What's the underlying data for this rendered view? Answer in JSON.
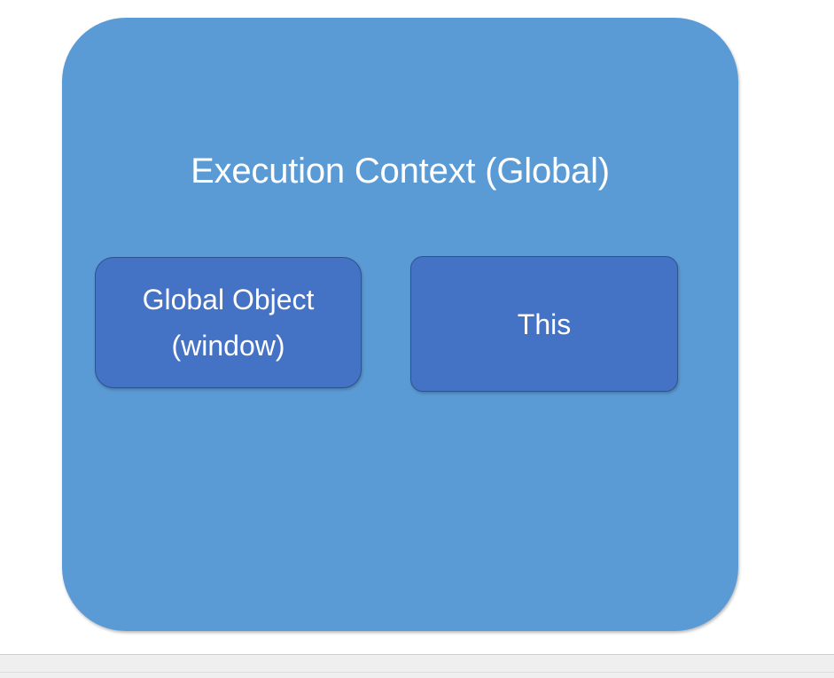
{
  "diagram": {
    "type": "nested-boxes",
    "title": "Execution Context (Global)",
    "container": {
      "label": "Execution Context (Global)",
      "fill_color": "#5B9BD5",
      "text_color": "#FFFFFF"
    },
    "members": [
      {
        "id": "global-object",
        "label": "Global Object\n(window)",
        "fill_color": "#4472C4",
        "border_color": "#2F528F",
        "text_color": "#FFFFFF"
      },
      {
        "id": "this",
        "label": "This",
        "fill_color": "#4472C4",
        "border_color": "#2F528F",
        "text_color": "#FFFFFF"
      }
    ]
  },
  "canvas": {
    "background_color": "#FFFFFF"
  },
  "bottom_panel": {
    "background_color": "#EFEFEF",
    "border_color": "#CFCFCF"
  }
}
